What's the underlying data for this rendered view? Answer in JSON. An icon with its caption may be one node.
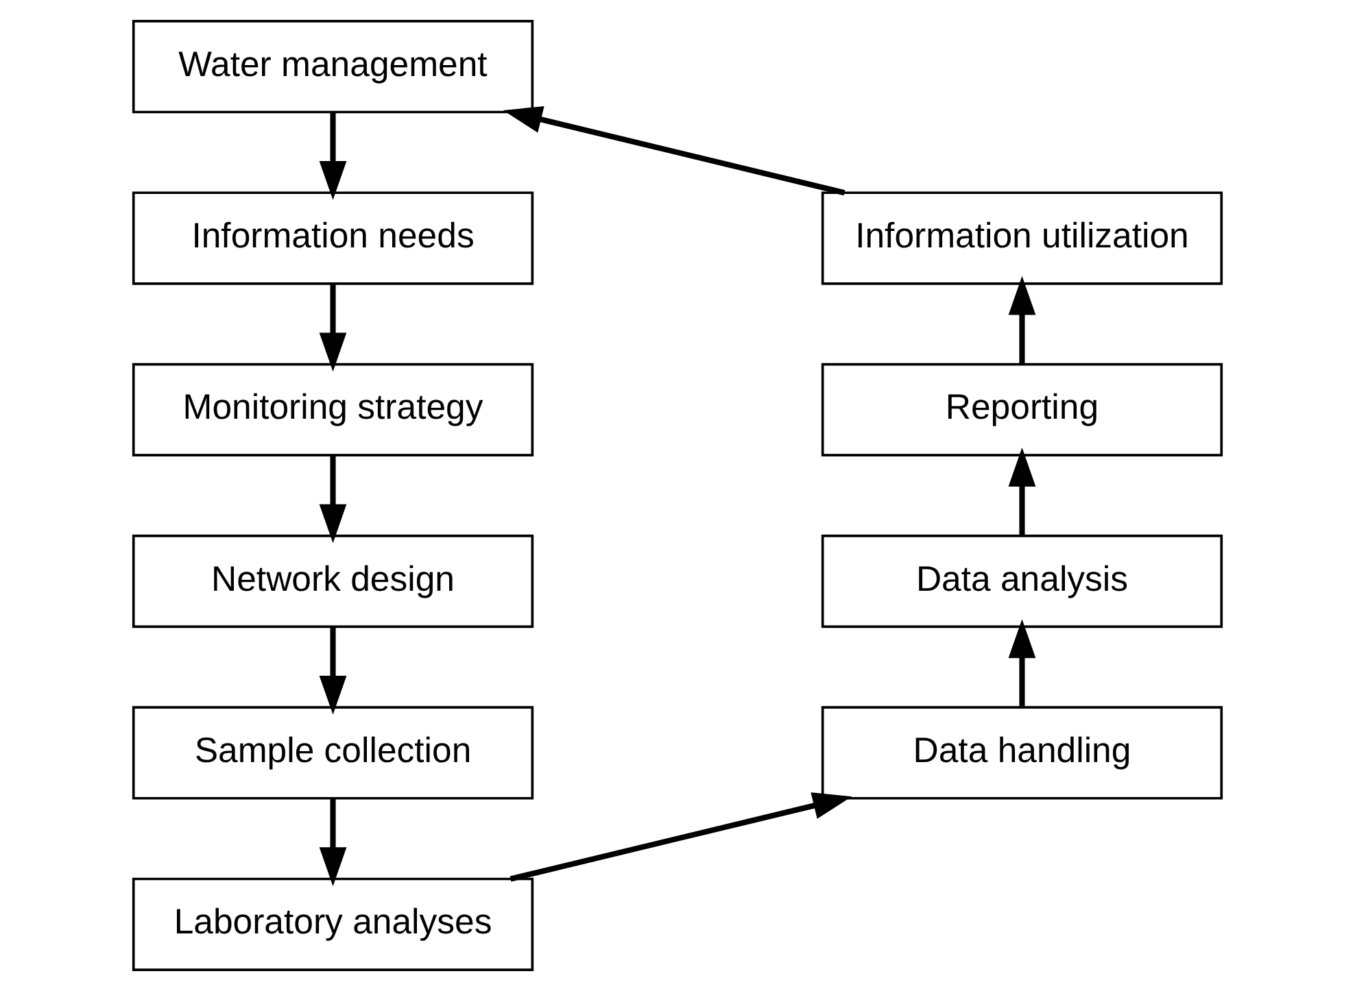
{
  "diagram": {
    "nodes": [
      {
        "text": [
          "Water management"
        ]
      },
      {
        "text": [
          "Information needs"
        ]
      },
      {
        "text": [
          "Information utilization"
        ]
      },
      {
        "text": [
          "Monitoring strategy"
        ]
      },
      {
        "text": [
          "Reporting"
        ]
      },
      {
        "text": [
          "Network design"
        ]
      },
      {
        "text": [
          "Data analysis"
        ]
      },
      {
        "text": [
          "Sample collection"
        ]
      },
      {
        "text": [
          "Data handling"
        ]
      },
      {
        "text": [
          "Laboratory analyses"
        ]
      }
    ],
    "edges": [
      {
        "from": 0,
        "to": 1,
        "arrow": "to"
      },
      {
        "from": 1,
        "to": 3,
        "arrow": "to"
      },
      {
        "from": 3,
        "to": 5,
        "arrow": "to"
      },
      {
        "from": 5,
        "to": 7,
        "arrow": "to"
      },
      {
        "from": 7,
        "to": 9,
        "arrow": "to"
      },
      {
        "from": 9,
        "to": 8,
        "arrow": "to"
      },
      {
        "from": 8,
        "to": 6,
        "arrow": "to"
      },
      {
        "from": 6,
        "to": 4,
        "arrow": "to"
      },
      {
        "from": 4,
        "to": 2,
        "arrow": "to"
      },
      {
        "from": 2,
        "to": 0,
        "arrow": "to"
      }
    ]
  }
}
